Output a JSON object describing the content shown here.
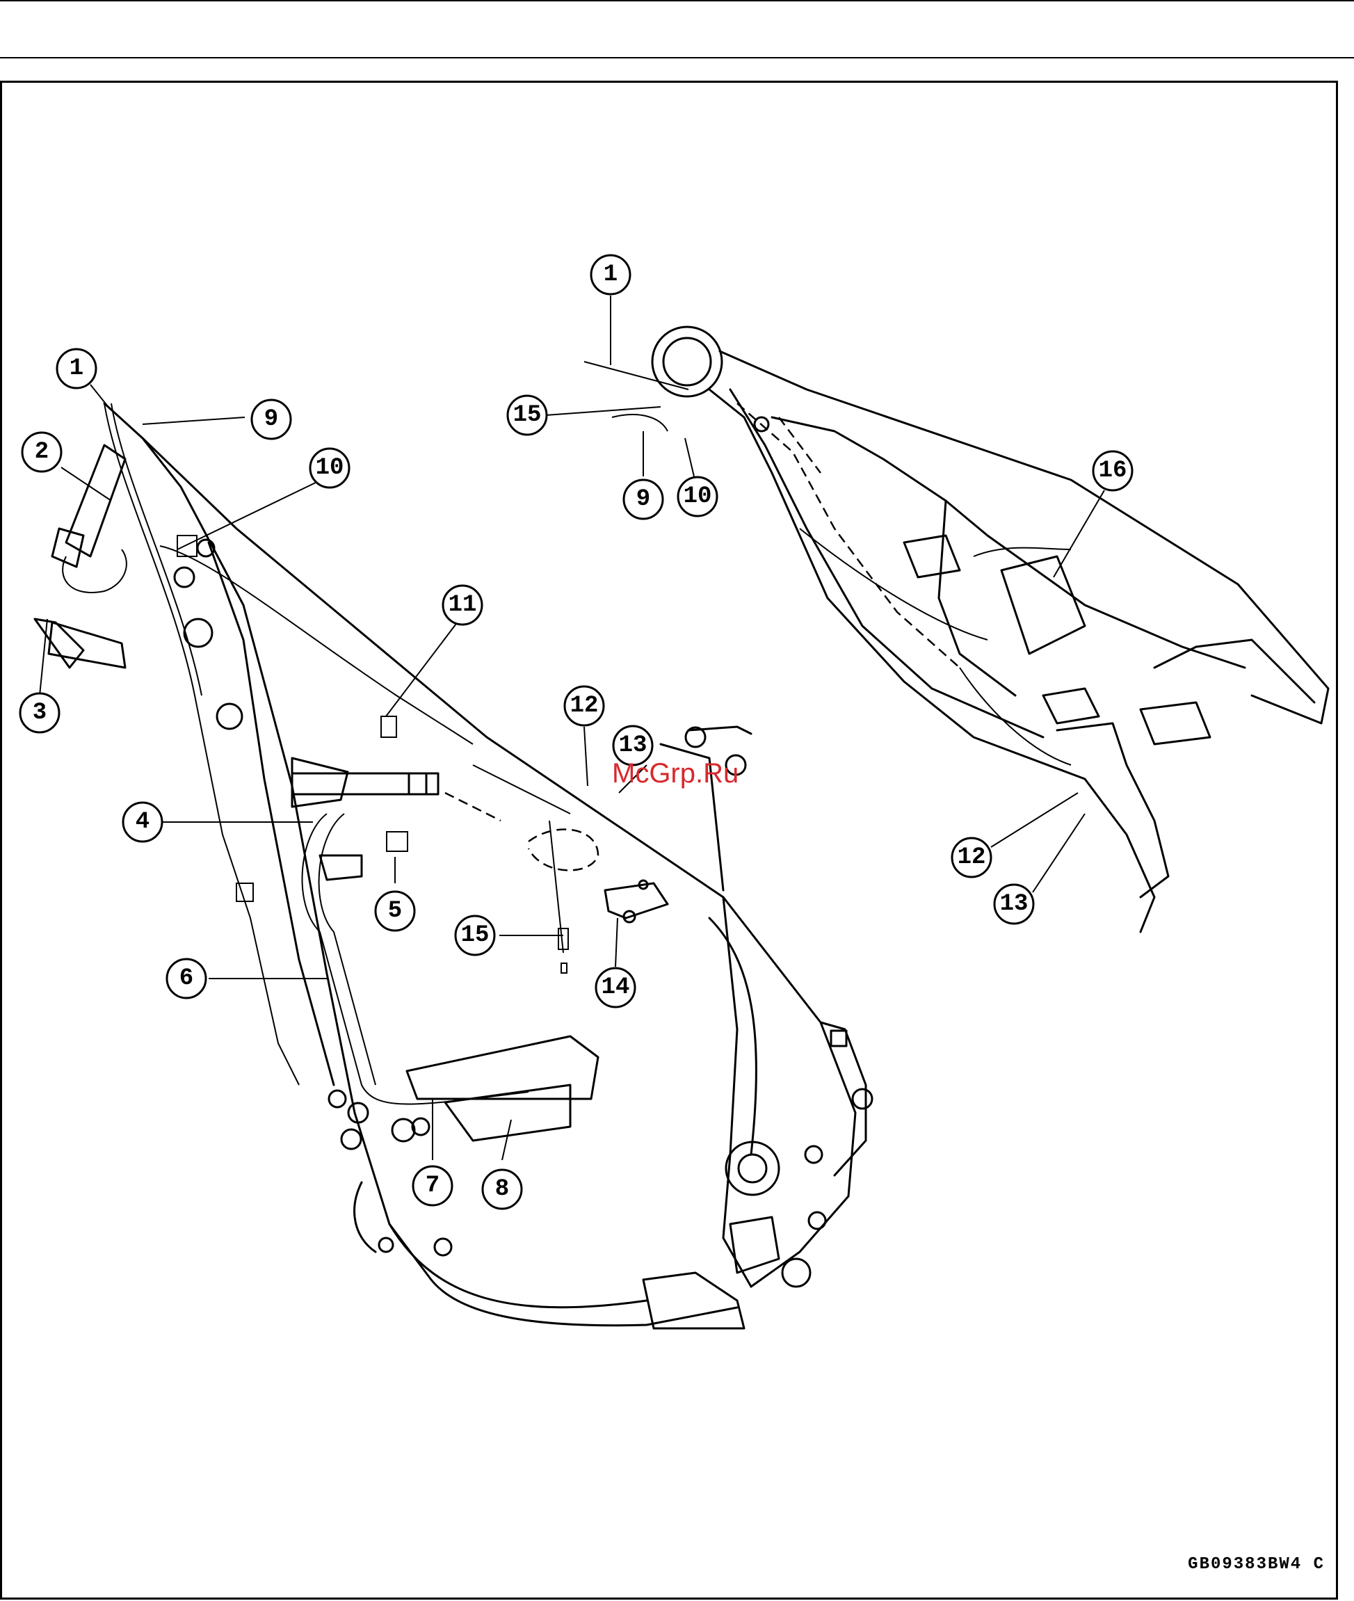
{
  "watermark": "McGrp.Ru",
  "figure_code": "GB09383BW4 C",
  "callouts": {
    "left": [
      "1",
      "9",
      "2",
      "10",
      "3",
      "11",
      "12",
      "13",
      "4",
      "5",
      "15",
      "14",
      "6",
      "7",
      "8"
    ],
    "right": [
      "1",
      "15",
      "9",
      "10",
      "16",
      "12",
      "13"
    ]
  }
}
